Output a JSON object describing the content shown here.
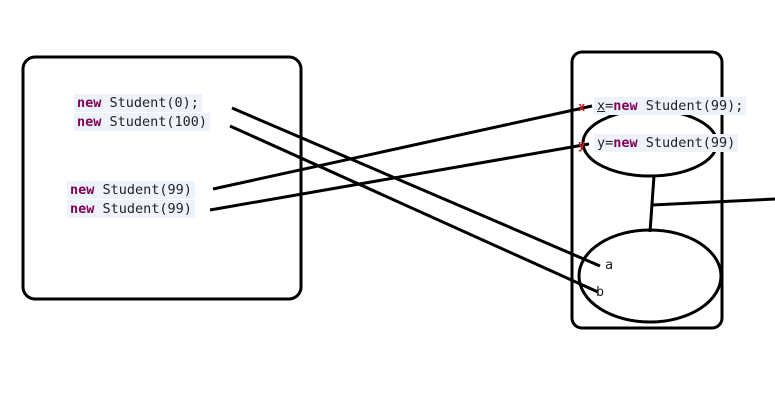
{
  "left_box": {
    "lines": [
      {
        "keyword": "new",
        "text": " Student(0);"
      },
      {
        "keyword": "new",
        "text": " Student(100)"
      },
      {
        "keyword": "new",
        "text": " Student(99)"
      },
      {
        "keyword": "new",
        "text": " Student(99)"
      }
    ]
  },
  "right_box": {
    "lines": [
      {
        "var": "x",
        "op": "=",
        "keyword": "new",
        "text": " Student(99);"
      },
      {
        "var": "y",
        "op": "=",
        "keyword": "new",
        "text": " Student(99)"
      }
    ],
    "markers": [
      "x",
      "y"
    ],
    "labels": [
      "a",
      "b"
    ]
  },
  "colors": {
    "line": "#000000",
    "keyword": "#7f0055",
    "code_bg": "#eef3fb",
    "marker": "#d02020"
  }
}
